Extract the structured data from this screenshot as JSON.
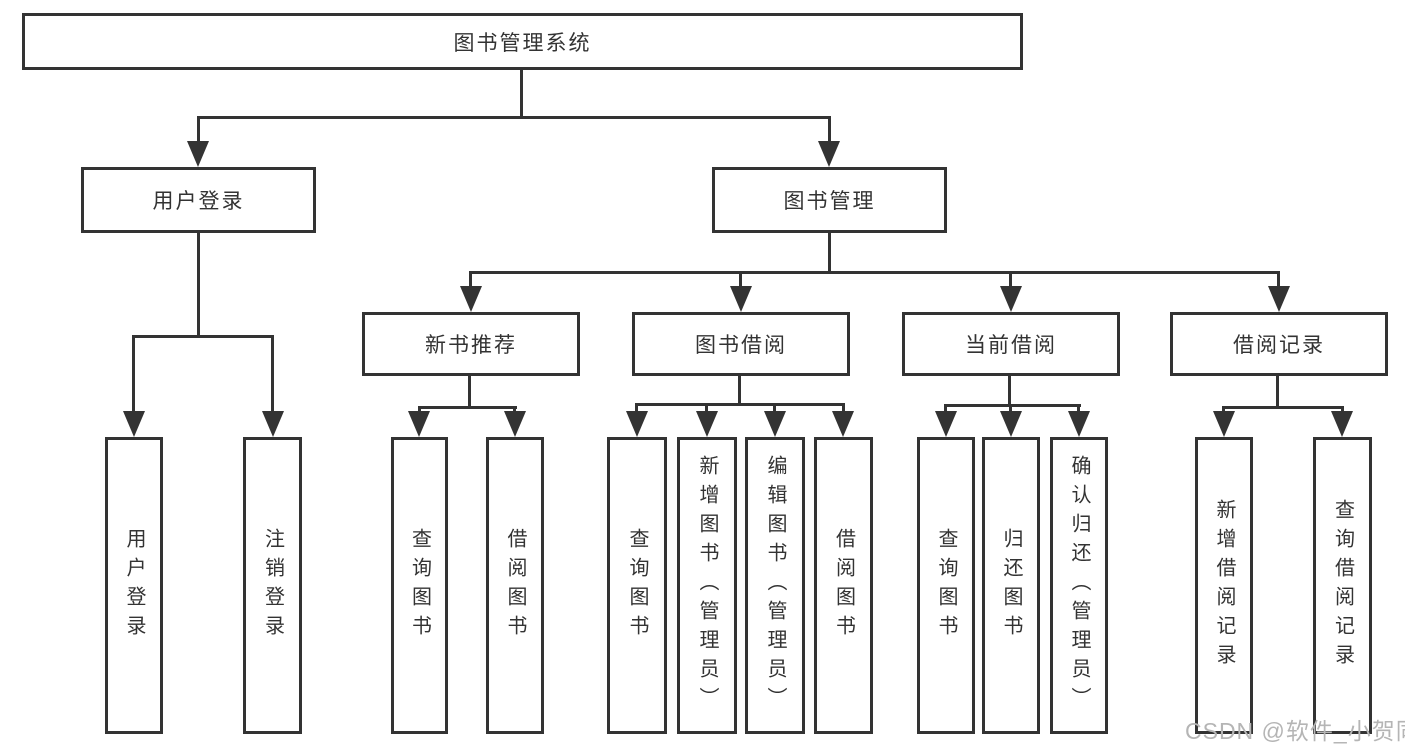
{
  "nodes": {
    "root": {
      "label": "图书管理系统"
    },
    "level2": [
      {
        "label": "用户登录"
      },
      {
        "label": "图书管理"
      }
    ],
    "level3": [
      {
        "label": "新书推荐"
      },
      {
        "label": "图书借阅"
      },
      {
        "label": "当前借阅"
      },
      {
        "label": "借阅记录"
      }
    ],
    "leaves": [
      {
        "label": "用户登录"
      },
      {
        "label": "注销登录"
      },
      {
        "label": "查询图书"
      },
      {
        "label": "借阅图书"
      },
      {
        "label": "查询图书"
      },
      {
        "label": "新增图书（管理员）"
      },
      {
        "label": "编辑图书（管理员）"
      },
      {
        "label": "借阅图书"
      },
      {
        "label": "查询图书"
      },
      {
        "label": "归还图书"
      },
      {
        "label": "确认归还（管理员）"
      },
      {
        "label": "新增借阅记录"
      },
      {
        "label": "查询借阅记录"
      }
    ]
  },
  "watermark": {
    "text": "CSDN @软件_小贺同学"
  },
  "colors": {
    "line": "#333333",
    "box_background": "#ffffff",
    "text": "#333333",
    "watermark": "#b5b5b5",
    "page_background": "#ffffff"
  }
}
